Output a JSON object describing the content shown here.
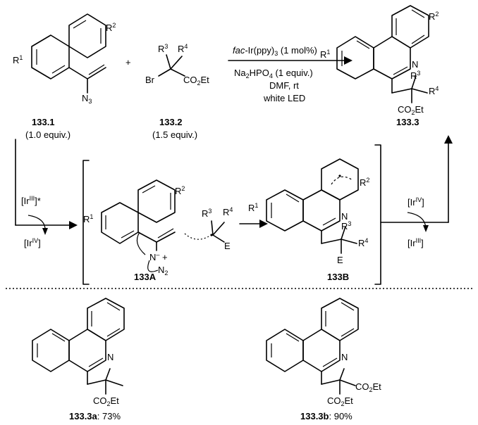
{
  "reactants": {
    "r1_label": "133.1",
    "r1_equiv": "(1.0 equiv.)",
    "plus": "+",
    "r2_label": "133.2",
    "r2_equiv": "(1.5 equiv.)"
  },
  "conditions": {
    "catalyst_italic": "fac",
    "catalyst_rest": "-Ir(ppy)",
    "catalyst_sub": "3",
    "catalyst_load": " (1 mol%)",
    "base_a": "Na",
    "base_sub1": "2",
    "base_b": "HPO",
    "base_sub2": "4",
    "base_c": " (1 equiv.)",
    "solvent": "DMF, rt",
    "light": "white LED"
  },
  "product": {
    "label": "133.3"
  },
  "mechanism": {
    "ir_excited": "[Ir",
    "ir_excited_sup": "III",
    "ir_excited_close": "]*",
    "ir_iv": "[Ir",
    "ir_iv_sup": "IV",
    "ir_close": "]",
    "ir_iii": "[Ir",
    "ir_iii_sup": "III",
    "intermediate_a": "133A",
    "intermediate_b": "133B"
  },
  "atoms": {
    "N": "N",
    "N3": "N",
    "N3_sub": "3",
    "N2_sub": "2",
    "Br": "Br",
    "E": "E",
    "R": "R",
    "r1": "1",
    "r2": "2",
    "r3": "3",
    "r4": "4",
    "ester": "CO",
    "ester_sub": "2",
    "ester_tail": "Et",
    "plus": "+",
    "minus": "–"
  },
  "examples": [
    {
      "id": "133.3a",
      "yield": ": 73%"
    },
    {
      "id": "133.3b",
      "yield": ": 90%"
    }
  ],
  "colors": {
    "ink": "#000000",
    "background": "#ffffff"
  }
}
